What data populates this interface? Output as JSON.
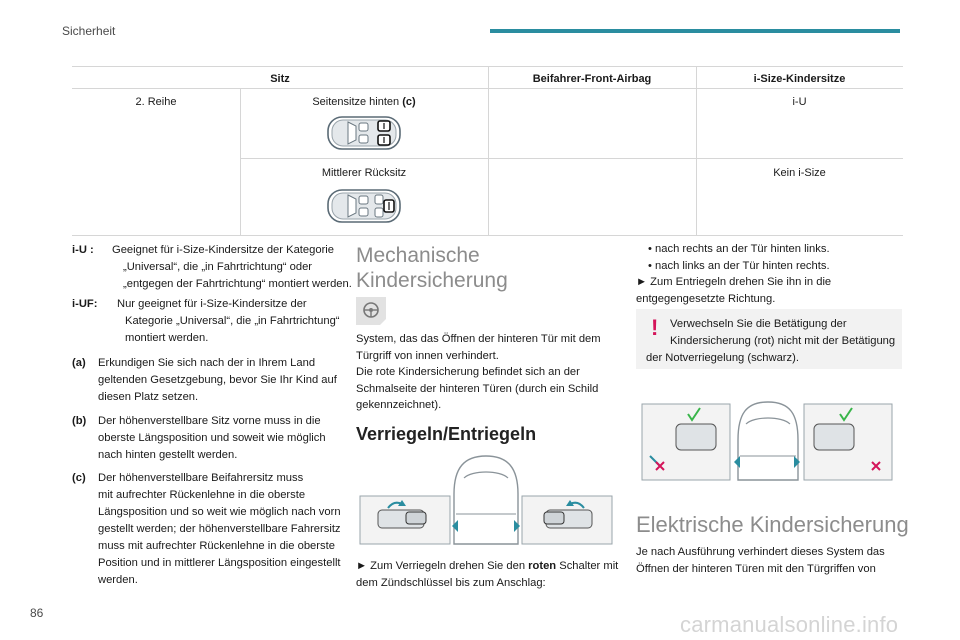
{
  "header": {
    "section": "Sicherheit",
    "accent_color": "#2a8da0"
  },
  "page_number": "86",
  "watermark": "carmanualsonline.info",
  "table": {
    "headers": [
      "Sitz",
      "Beifahrer-Front-Airbag",
      "i-Size-Kindersitze"
    ],
    "row_label": "2. Reihe",
    "rows": [
      {
        "seat": "Seitensitze hinten",
        "ref": "(c)",
        "airbag": "",
        "isize": "i-U"
      },
      {
        "seat": "Mittlerer Rücksitz",
        "ref": "",
        "airbag": "",
        "isize": "Kein i-Size"
      }
    ]
  },
  "notes": [
    {
      "key": "i-U :",
      "lines": [
        "Geeignet für i-Size-Kindersitze der Kategorie",
        "„Universal“, die „in Fahrtrichtung“ oder",
        "„entgegen der Fahrtrichtung“ montiert werden."
      ]
    },
    {
      "key": "i-UF:",
      "lines": [
        "Nur geeignet für i-Size-Kindersitze der",
        "Kategorie „Universal“, die „in Fahrtrichtung“",
        "montiert werden."
      ]
    },
    {
      "key": "(a)",
      "lines": [
        "Erkundigen Sie sich nach der in Ihrem Land",
        "geltenden Gesetzgebung, bevor Sie Ihr Kind auf",
        "diesen Platz setzen."
      ]
    },
    {
      "key": "(b)",
      "lines": [
        "Der höhenverstellbare Sitz vorne muss in die",
        "oberste Längsposition und soweit wie möglich",
        "nach hinten gestellt werden."
      ]
    },
    {
      "key": "(c)",
      "lines": [
        "Der höhenverstellbare Beifahrersitz muss",
        "mit aufrechter Rückenlehne in die oberste",
        "Längsposition und so weit wie möglich nach vorn",
        "gestellt werden; der höhenverstellbare Fahrersitz",
        "muss mit aufrechter Rückenlehne in die oberste",
        "Position und in mittlerer Längsposition eingestellt",
        "werden."
      ]
    }
  ],
  "mech": {
    "title_l1": "Mechanische",
    "title_l2": "Kindersicherung",
    "p1": [
      "System, das das Öffnen der hinteren Tür mit dem",
      "Türgriff von innen verhindert.",
      "Die rote Kindersicherung befindet sich an der",
      "Schmalseite der hinteren Türen (durch ein Schild",
      "gekennzeichnet)."
    ],
    "subtitle": "Verriegeln/Entriegeln",
    "lock_pre": "► Zum Verriegeln drehen Sie den ",
    "lock_bold": "roten",
    "lock_post": " Schalter mit",
    "lock_l2": "dem Zündschlüssel bis zum Anschlag:"
  },
  "right": {
    "bullets": [
      "• nach rechts an der Tür hinten links.",
      "• nach links an der Tür hinten rechts."
    ],
    "unlock": [
      "► Zum Entriegeln drehen Sie ihn in die",
      "entgegengesetzte Richtung."
    ],
    "warning_lines": [
      "Verwechseln Sie die Betätigung der",
      "Kindersicherung (rot) nicht mit der Betätigung",
      "der Notverriegelung (schwarz)."
    ],
    "elec_title": "Elektrische Kindersicherung",
    "elec_text": [
      "Je nach Ausführung verhindert dieses System das",
      "Öffnen der hinteren Türen mit den Türgriffen von"
    ]
  }
}
